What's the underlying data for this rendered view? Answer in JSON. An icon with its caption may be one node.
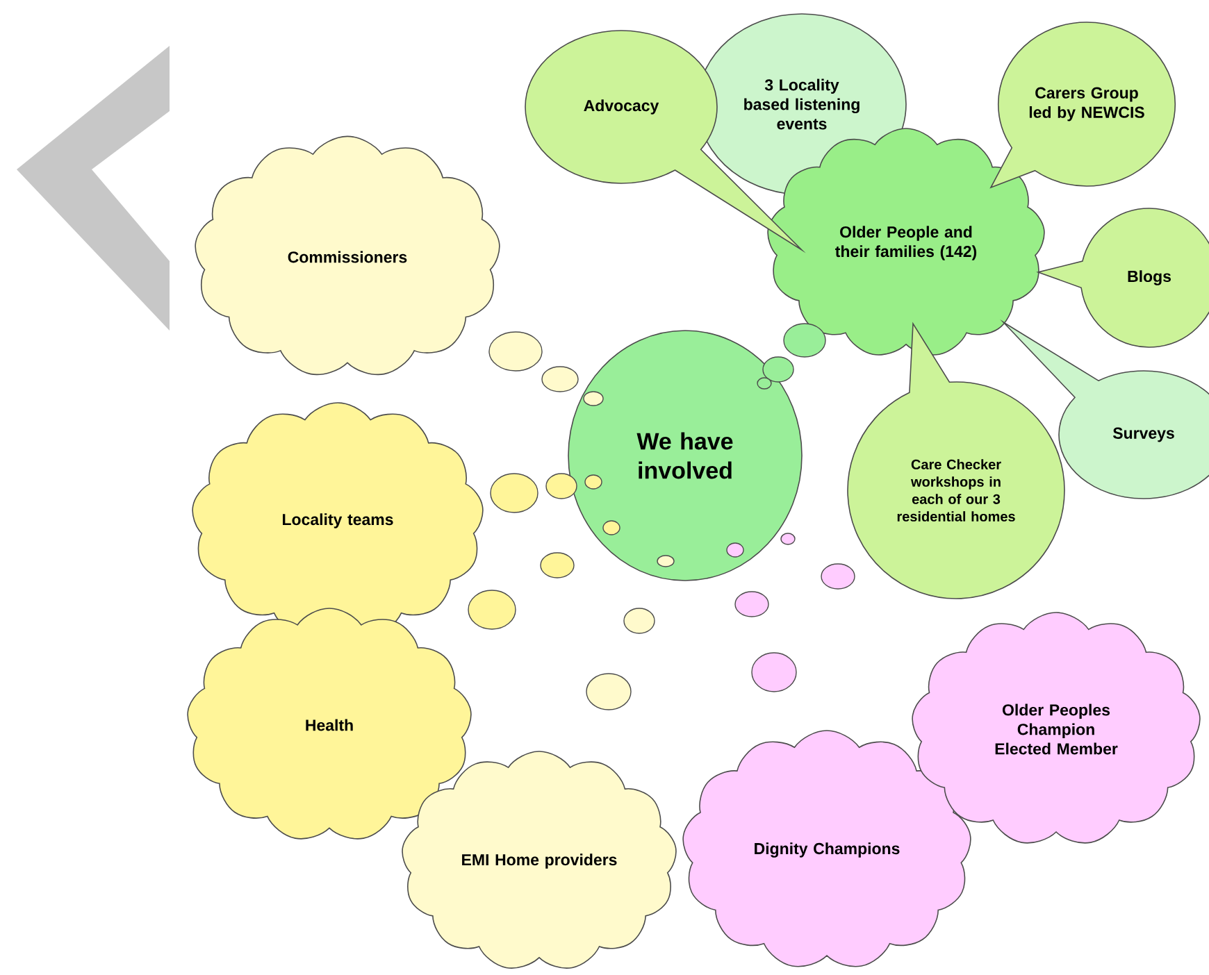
{
  "diagram": {
    "nodes": [
      {
        "text": [
          "We have involved"
        ]
      },
      {
        "text": [
          "Older People and their families (142)"
        ]
      },
      {
        "text": [
          "Advocacy"
        ]
      },
      {
        "text": [
          "3 Locality based listening events"
        ]
      },
      {
        "text": [
          "Carers Group led by NEWCIS"
        ]
      },
      {
        "text": [
          "Blogs"
        ]
      },
      {
        "text": [
          "Surveys"
        ]
      },
      {
        "text": [
          "Care Checker workshops in each of our 3 residential homes"
        ]
      },
      {
        "text": [
          "Commissioners"
        ]
      },
      {
        "text": [
          "Locality teams"
        ]
      },
      {
        "text": [
          "Health"
        ]
      },
      {
        "text": [
          "EMI Home providers"
        ]
      },
      {
        "text": [
          "Dignity Champions"
        ]
      },
      {
        "text": [
          "Older Peoples Champion Elected Member"
        ]
      }
    ]
  }
}
